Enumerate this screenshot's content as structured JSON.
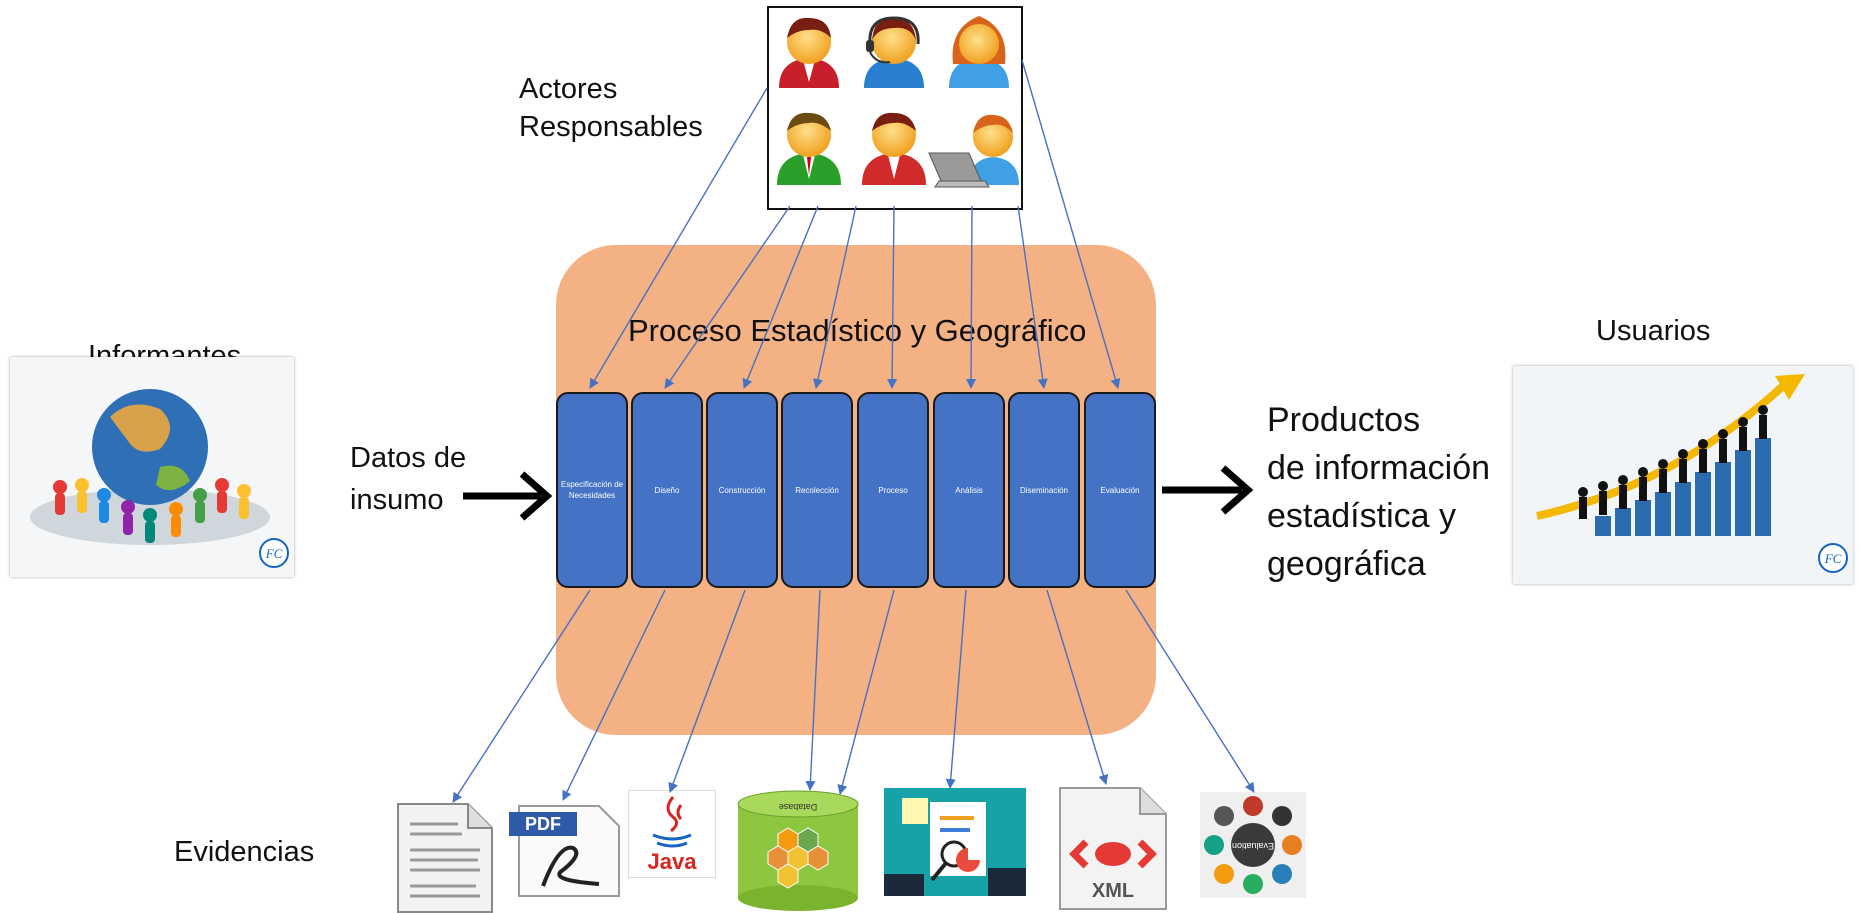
{
  "labels": {
    "actores": [
      "Actores",
      "Responsables"
    ],
    "informantes": "Informantes",
    "datos": [
      "Datos de",
      "insumo"
    ],
    "usuarios": "Usuarios",
    "productos": [
      "Productos",
      "de información",
      "estadística y",
      "geográfica"
    ],
    "evidencias": "Evidencias",
    "proceso": "Proceso Estadístico y Geográfico"
  },
  "steps": [
    "Especificación de Necesidades",
    "Diseño",
    "Construcción",
    "Recolección",
    "Proceso",
    "Análisis",
    "Diseminación",
    "Evaluación"
  ],
  "actors_icons": [
    "actor-red-icon",
    "actor-headset-icon",
    "actor-woman-icon",
    "actor-green-icon",
    "actor-red-tie-icon",
    "actor-laptop-icon"
  ],
  "evidence_labels": {
    "pdf": "PDF",
    "java": "Java",
    "xml": "XML",
    "database": "Database",
    "evaluation": "Evaluation"
  },
  "logo_text": "FC",
  "colors": {
    "process_bg": "#f4b183",
    "step_fill": "#4472c4",
    "connector": "#4472c4",
    "main_arrow": "#000000"
  }
}
